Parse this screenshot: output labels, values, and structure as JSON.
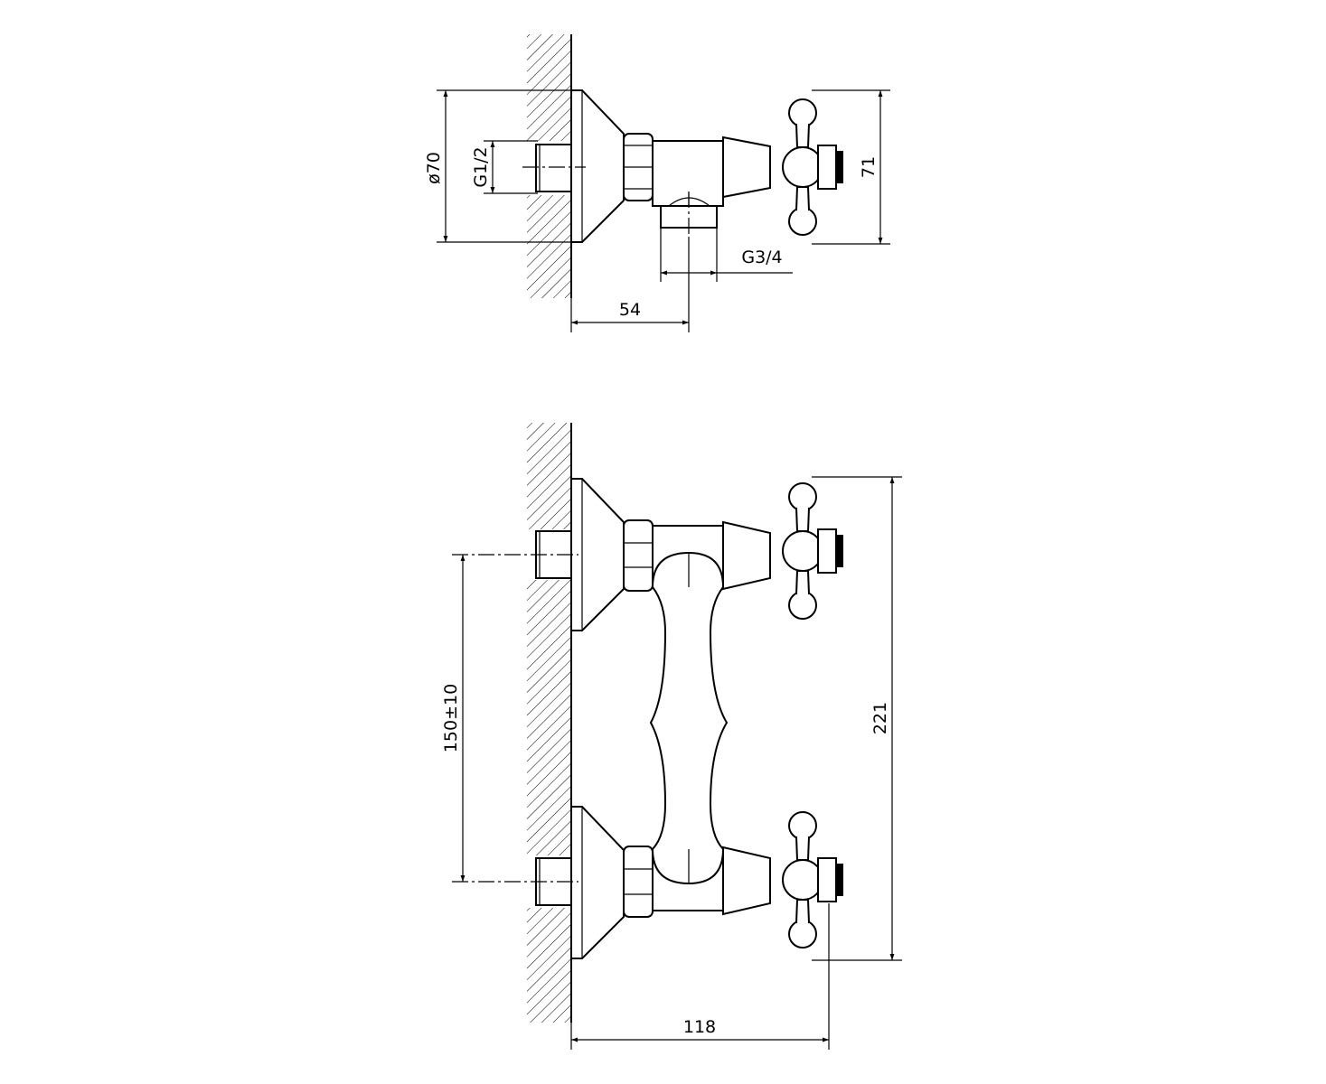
{
  "dimensions": {
    "side_view": {
      "flange_diameter": "ø70",
      "inlet_thread": "G1/2",
      "outlet_thread": "G3/4",
      "outlet_offset": "54",
      "handle_height": "71"
    },
    "front_view": {
      "inlet_spacing": "150±10",
      "overall_height": "221",
      "overall_depth": "118"
    }
  }
}
